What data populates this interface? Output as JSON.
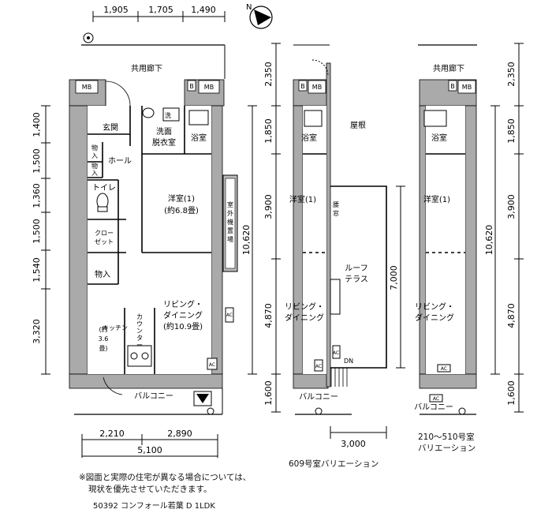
{
  "top_dims": [
    "1,905",
    "1,705",
    "1,490"
  ],
  "left_dims": [
    "1,400",
    "1,500",
    "1,360",
    "1,500",
    "1,540",
    "3,320"
  ],
  "right_dims": [
    "2,350",
    "1,850",
    "3,900",
    "4,870",
    "1,600"
  ],
  "total_dim": "10,620",
  "bottom_dims": [
    "2,210",
    "2,890"
  ],
  "bottom_total": "5,100",
  "terrace_dim": "7,000",
  "terrace_width_dim": "3,000",
  "main_plan": {
    "corridor": "共用廊下",
    "mb": "MB",
    "b": "B",
    "entrance": "玄関",
    "wash": "洗",
    "wash_room": [
      "洗面",
      "脱衣室"
    ],
    "bath": "浴室",
    "storage1": [
      "物",
      "入"
    ],
    "storage2": [
      "物",
      "入"
    ],
    "hall": "ホール",
    "toilet": "トイレ",
    "closet": [
      "クロー",
      "ゼット"
    ],
    "storage3": "物入",
    "bedroom": [
      "洋室(1)",
      "(約6.8畳)"
    ],
    "outdoor_storage": [
      "室",
      "外",
      "機",
      "置",
      "場"
    ],
    "living": [
      "リビング・",
      "ダイニング",
      "(約10.9畳)"
    ],
    "kitchen": [
      "キッチン",
      "(約",
      "3.6",
      "畳)"
    ],
    "counter": [
      "カ",
      "ウ",
      "ン",
      "タ",
      "ー"
    ],
    "ac": "AC",
    "balcony": "バルコニー"
  },
  "variation_609": {
    "mb": "MB",
    "b": "B",
    "roof": "屋根",
    "bath": "浴室",
    "bedroom": "洋室(1)",
    "living": [
      "リビング・",
      "ダイニング"
    ],
    "roof_terrace": [
      "ルーフ",
      "テラス"
    ],
    "window": [
      "腰",
      "窓"
    ],
    "ac": "AC",
    "dn": "DN",
    "balcony": "バルコニー",
    "caption": "609号室バリエーション"
  },
  "variation_210": {
    "corridor": "共用廊下",
    "mb": "MB",
    "b": "B",
    "bath": "浴室",
    "bedroom": "洋室(1)",
    "living": [
      "リビング・",
      "ダイニング"
    ],
    "ac": "AC",
    "balcony": "バルコニー",
    "caption": [
      "210～510号室",
      "バリエーション"
    ]
  },
  "notes": [
    "※図面と実際の住宅が異なる場合については、",
    "現状を優先させていただきます。"
  ],
  "footer": "50392 コンフォール若葉 D 1LDK"
}
